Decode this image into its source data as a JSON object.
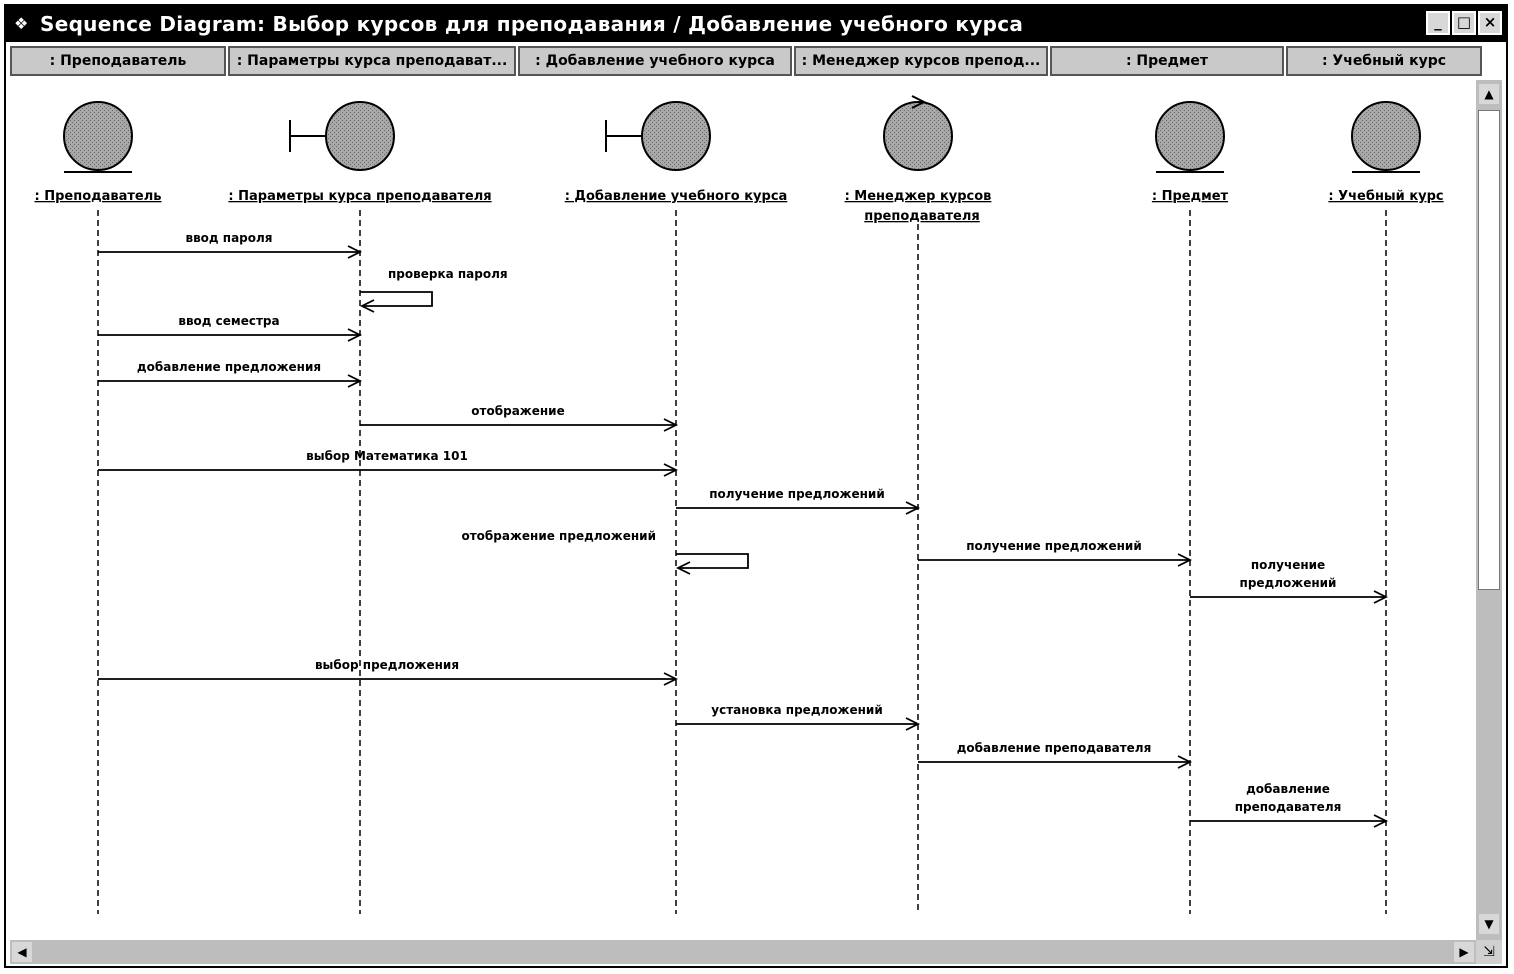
{
  "window": {
    "title": "Sequence Diagram: Выбор курсов для преподавания / Добавление учебного курса",
    "icon": "rational-rose-icon"
  },
  "header_tabs": [
    ": Преподаватель",
    ": Параметры курса преподават...",
    ": Добавление учебного курса",
    ": Менеджер курсов препод...",
    ": Предмет",
    ": Учебный курс"
  ],
  "objects": [
    {
      "label": ": Преподаватель",
      "label2": "",
      "kind": "entity"
    },
    {
      "label": ": Параметры курса преподавателя",
      "label2": "",
      "kind": "boundary"
    },
    {
      "label": ": Добавление учебного курса",
      "label2": "",
      "kind": "boundary"
    },
    {
      "label": ": Менеджер курсов",
      "label2": "преподавателя",
      "kind": "control"
    },
    {
      "label": ": Предмет",
      "label2": "",
      "kind": "entity"
    },
    {
      "label": ": Учебный курс",
      "label2": "",
      "kind": "entity"
    }
  ],
  "messages": [
    {
      "from": 0,
      "to": 1,
      "lines": [
        "ввод пароля"
      ]
    },
    {
      "from": 1,
      "to": 1,
      "lines": [
        "проверка пароля"
      ],
      "self": true
    },
    {
      "from": 0,
      "to": 1,
      "lines": [
        "ввод семестра"
      ]
    },
    {
      "from": 0,
      "to": 1,
      "lines": [
        "добавление предложения"
      ]
    },
    {
      "from": 1,
      "to": 2,
      "lines": [
        "отображение"
      ]
    },
    {
      "from": 0,
      "to": 2,
      "lines": [
        "выбор Математика 101"
      ]
    },
    {
      "from": 2,
      "to": 3,
      "lines": [
        "получение предложений"
      ]
    },
    {
      "from": 2,
      "to": 2,
      "lines": [
        "отображение предложений"
      ],
      "self": true
    },
    {
      "from": 3,
      "to": 4,
      "lines": [
        "получение предложений"
      ]
    },
    {
      "from": 4,
      "to": 5,
      "lines": [
        "получение",
        "предложений"
      ]
    },
    {
      "from": 0,
      "to": 2,
      "lines": [
        "выбор предложения"
      ]
    },
    {
      "from": 2,
      "to": 3,
      "lines": [
        "установка предложений"
      ]
    },
    {
      "from": 3,
      "to": 4,
      "lines": [
        "добавление преподавателя"
      ]
    },
    {
      "from": 4,
      "to": 5,
      "lines": [
        "добавление",
        "преподавателя"
      ]
    }
  ],
  "colors": {
    "object_fill": "#9a9a9a",
    "line": "#000000"
  }
}
